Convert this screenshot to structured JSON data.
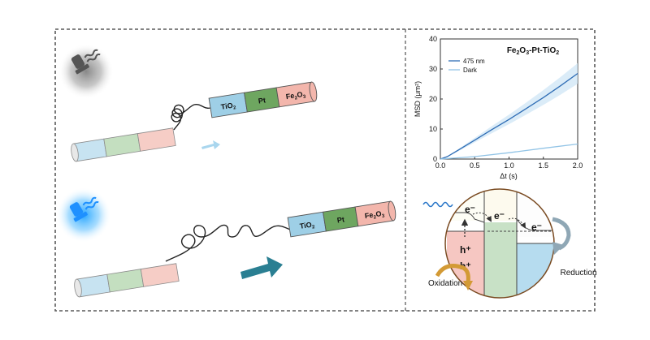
{
  "rods": {
    "segment_labels": [
      "TiO2",
      "Pt",
      "Fe2O3"
    ],
    "colors": {
      "tio2": "#9ecfe6",
      "pt": "#6ea660",
      "fe2o3": "#f3b6ac",
      "tio2_faded": "#c7e3f1",
      "pt_faded": "#c4dfc0",
      "fe2o3_faded": "#f6cdc6"
    }
  },
  "chart_data": {
    "type": "line",
    "title": "Fe2O3-Pt-TiO2",
    "xlabel": "Δt (s)",
    "ylabel": "MSD (μm²)",
    "xlim": [
      0,
      2.0
    ],
    "ylim": [
      0,
      40
    ],
    "xticks": [
      "0.0",
      "0.5",
      "1.0",
      "1.5",
      "2.0"
    ],
    "yticks": [
      "0",
      "10",
      "20",
      "30",
      "40"
    ],
    "legend_position": "top-left",
    "series": [
      {
        "name": "475 nm",
        "color": "#2f6db5",
        "x": [
          0,
          0.1,
          0.25,
          0.5,
          0.75,
          1.0,
          1.25,
          1.5,
          1.75,
          2.0
        ],
        "y": [
          0,
          0.8,
          2.8,
          6.3,
          9.8,
          13.2,
          16.8,
          20.5,
          24.4,
          28.5
        ]
      },
      {
        "name": "Dark",
        "color": "#92c4e6",
        "x": [
          0,
          0.5,
          1.0,
          1.5,
          2.0
        ],
        "y": [
          0,
          0.8,
          2.1,
          3.6,
          5.0
        ]
      }
    ]
  },
  "mechanism": {
    "electron_label": "e⁻",
    "hole_label": "h⁺",
    "oxidation_label": "Oxidation",
    "reduction_label": "Reduction"
  }
}
